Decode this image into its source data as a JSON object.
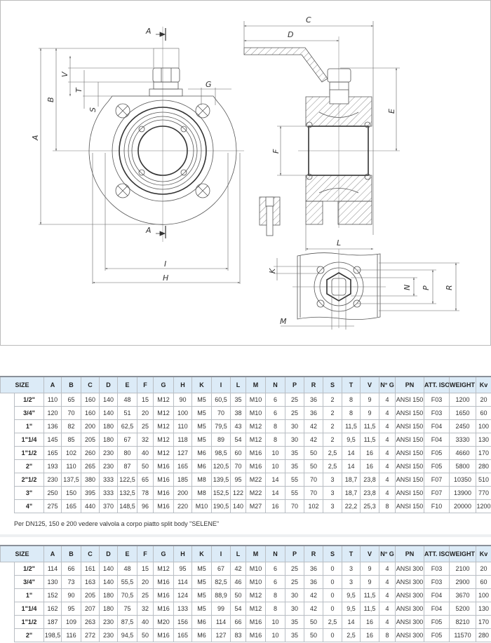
{
  "drawing": {
    "labels": {
      "A": "A",
      "B": "B",
      "C": "C",
      "D": "D",
      "E": "E",
      "F": "F",
      "G": "G",
      "H": "H",
      "I": "I",
      "K": "K",
      "L": "L",
      "M": "M",
      "N": "N",
      "P": "P",
      "R": "R",
      "S": "S",
      "T": "T",
      "V": "V",
      "section": "A"
    }
  },
  "columns": [
    "SIZE",
    "A",
    "B",
    "C",
    "D",
    "E",
    "F",
    "G",
    "H",
    "K",
    "I",
    "L",
    "M",
    "N",
    "P",
    "R",
    "S",
    "T",
    "V",
    "N° G",
    "PN",
    "ATT. ISO",
    "WEIGHT g.",
    "Kv"
  ],
  "table1": {
    "group": "ANSI 150",
    "rows": [
      [
        "1/2\"",
        "110",
        "65",
        "160",
        "140",
        "48",
        "15",
        "M12",
        "90",
        "M5",
        "60,5",
        "35",
        "M10",
        "6",
        "25",
        "36",
        "2",
        "8",
        "9",
        "4",
        "ANSI 150",
        "F03",
        "1200",
        "20"
      ],
      [
        "3/4\"",
        "120",
        "70",
        "160",
        "140",
        "51",
        "20",
        "M12",
        "100",
        "M5",
        "70",
        "38",
        "M10",
        "6",
        "25",
        "36",
        "2",
        "8",
        "9",
        "4",
        "ANSI 150",
        "F03",
        "1650",
        "60"
      ],
      [
        "1\"",
        "136",
        "82",
        "200",
        "180",
        "62,5",
        "25",
        "M12",
        "110",
        "M5",
        "79,5",
        "43",
        "M12",
        "8",
        "30",
        "42",
        "2",
        "11,5",
        "11,5",
        "4",
        "ANSI 150",
        "F04",
        "2450",
        "100"
      ],
      [
        "1\"1/4",
        "145",
        "85",
        "205",
        "180",
        "67",
        "32",
        "M12",
        "118",
        "M5",
        "89",
        "54",
        "M12",
        "8",
        "30",
        "42",
        "2",
        "9,5",
        "11,5",
        "4",
        "ANSI 150",
        "F04",
        "3330",
        "130"
      ],
      [
        "1\"1/2",
        "165",
        "102",
        "260",
        "230",
        "80",
        "40",
        "M12",
        "127",
        "M6",
        "98,5",
        "60",
        "M16",
        "10",
        "35",
        "50",
        "2,5",
        "14",
        "16",
        "4",
        "ANSI 150",
        "F05",
        "4660",
        "170"
      ],
      [
        "2\"",
        "193",
        "110",
        "265",
        "230",
        "87",
        "50",
        "M16",
        "165",
        "M6",
        "120,5",
        "70",
        "M16",
        "10",
        "35",
        "50",
        "2,5",
        "14",
        "16",
        "4",
        "ANSI 150",
        "F05",
        "5800",
        "280"
      ],
      [
        "2\"1/2",
        "230",
        "137,5",
        "380",
        "333",
        "122,5",
        "65",
        "M16",
        "185",
        "M8",
        "139,5",
        "95",
        "M22",
        "14",
        "55",
        "70",
        "3",
        "18,7",
        "23,8",
        "4",
        "ANSI 150",
        "F07",
        "10350",
        "510"
      ],
      [
        "3\"",
        "250",
        "150",
        "395",
        "333",
        "132,5",
        "78",
        "M16",
        "200",
        "M8",
        "152,5",
        "122",
        "M22",
        "14",
        "55",
        "70",
        "3",
        "18,7",
        "23,8",
        "4",
        "ANSI 150",
        "F07",
        "13900",
        "770"
      ],
      [
        "4\"",
        "275",
        "165",
        "440",
        "370",
        "148,5",
        "96",
        "M16",
        "220",
        "M10",
        "190,5",
        "140",
        "M27",
        "16",
        "70",
        "102",
        "3",
        "22,2",
        "25,3",
        "8",
        "ANSI 150",
        "F10",
        "20000",
        "1200"
      ]
    ]
  },
  "note": "Per DN125, 150 e 200 vedere valvola a corpo piatto split body \"SELENE\"",
  "table2": {
    "group": "ANSI 300",
    "rows": [
      [
        "1/2\"",
        "114",
        "66",
        "161",
        "140",
        "48",
        "15",
        "M12",
        "95",
        "M5",
        "67",
        "42",
        "M10",
        "6",
        "25",
        "36",
        "0",
        "3",
        "9",
        "4",
        "ANSI 300",
        "F03",
        "2100",
        "20"
      ],
      [
        "3/4\"",
        "130",
        "73",
        "163",
        "140",
        "55,5",
        "20",
        "M16",
        "114",
        "M5",
        "82,5",
        "46",
        "M10",
        "6",
        "25",
        "36",
        "0",
        "3",
        "9",
        "4",
        "ANSI 300",
        "F03",
        "2900",
        "60"
      ],
      [
        "1\"",
        "152",
        "90",
        "205",
        "180",
        "70,5",
        "25",
        "M16",
        "124",
        "M5",
        "88,9",
        "50",
        "M12",
        "8",
        "30",
        "42",
        "0",
        "9,5",
        "11,5",
        "4",
        "ANSI 300",
        "F04",
        "3670",
        "100"
      ],
      [
        "1\"1/4",
        "162",
        "95",
        "207",
        "180",
        "75",
        "32",
        "M16",
        "133",
        "M5",
        "99",
        "54",
        "M12",
        "8",
        "30",
        "42",
        "0",
        "9,5",
        "11,5",
        "4",
        "ANSI 300",
        "F04",
        "5200",
        "130"
      ],
      [
        "1\"1/2",
        "187",
        "109",
        "263",
        "230",
        "87,5",
        "40",
        "M20",
        "156",
        "M6",
        "114",
        "66",
        "M16",
        "10",
        "35",
        "50",
        "2,5",
        "14",
        "16",
        "4",
        "ANSI 300",
        "F05",
        "8210",
        "170"
      ],
      [
        "2\"",
        "198,5",
        "116",
        "272",
        "230",
        "94,5",
        "50",
        "M16",
        "165",
        "M6",
        "127",
        "83",
        "M16",
        "10",
        "35",
        "50",
        "0",
        "2,5",
        "16",
        "8",
        "ANSI 300",
        "F05",
        "11570",
        "280"
      ]
    ]
  },
  "colors": {
    "header_bg": "#dcebf7",
    "grid": "#b9bec4"
  }
}
